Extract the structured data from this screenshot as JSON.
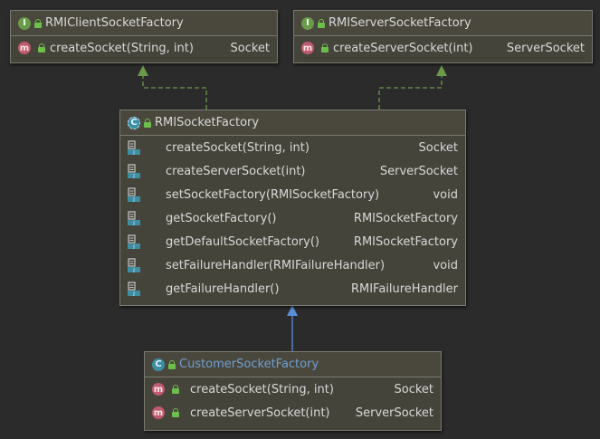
{
  "nodes": {
    "rmi_client_socket_factory": {
      "kind": "I",
      "title": "RMIClientSocketFactory",
      "methods": [
        {
          "icon": "m",
          "signature": "createSocket(String, int)",
          "returns": "Socket"
        }
      ]
    },
    "rmi_server_socket_factory": {
      "kind": "I",
      "title": "RMIServerSocketFactory",
      "methods": [
        {
          "icon": "m",
          "signature": "createServerSocket(int)",
          "returns": "ServerSocket"
        }
      ]
    },
    "rmi_socket_factory": {
      "kind": "C",
      "title": "RMISocketFactory",
      "methods": [
        {
          "icon": "static-method",
          "signature": "createSocket(String, int)",
          "returns": "Socket"
        },
        {
          "icon": "static-method",
          "signature": "createServerSocket(int)",
          "returns": "ServerSocket"
        },
        {
          "icon": "static-method",
          "signature": "setSocketFactory(RMISocketFactory)",
          "returns": "void"
        },
        {
          "icon": "static-method",
          "signature": "getSocketFactory()",
          "returns": "RMISocketFactory"
        },
        {
          "icon": "static-method",
          "signature": "getDefaultSocketFactory()",
          "returns": "RMISocketFactory"
        },
        {
          "icon": "static-method",
          "signature": "setFailureHandler(RMIFailureHandler)",
          "returns": "void"
        },
        {
          "icon": "static-method",
          "signature": "getFailureHandler()",
          "returns": "RMIFailureHandler"
        }
      ]
    },
    "customer_socket_factory": {
      "kind": "C",
      "title": "CustomerSocketFactory",
      "methods": [
        {
          "icon": "m",
          "signature": "createSocket(String, int)",
          "returns": "Socket"
        },
        {
          "icon": "m",
          "signature": "createServerSocket(int)",
          "returns": "ServerSocket"
        }
      ]
    }
  },
  "colors": {
    "background": "#2b2b2b",
    "node_fill": "#45443a",
    "implements_edge": "#6a9a4a",
    "extends_edge": "#5b8fd6",
    "link_title": "#6f9fd4"
  }
}
